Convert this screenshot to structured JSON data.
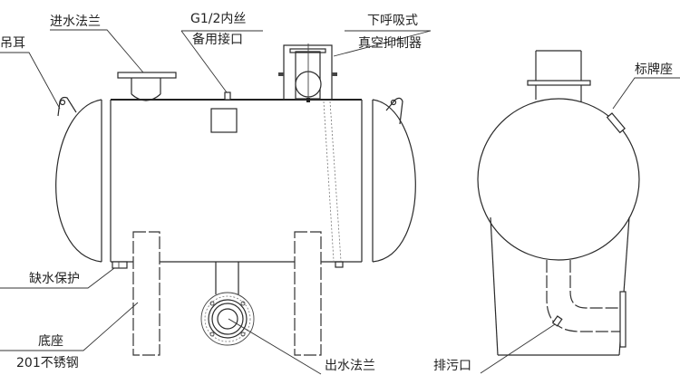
{
  "diagram": {
    "type": "technical drawing",
    "subject": "horizontal vacuum-suppression water tank (side and end views)",
    "line_color": "#2a2a2a",
    "background": "#ffffff"
  },
  "labels": {
    "inlet_flange": "进水法兰",
    "thread_port_line1": "G1/2内丝",
    "thread_port_line2": "备用接口",
    "vacuum_suppressor_line1": "下呼吸式",
    "vacuum_suppressor_line2": "真空抑制器",
    "lifting_lug": "吊耳",
    "nameplate_seat": "标牌座",
    "water_shortage_protection": "缺水保护",
    "base": "底座",
    "base_material": "201不锈钢",
    "outlet_flange": "出水法兰",
    "drain_outlet": "排污口"
  }
}
